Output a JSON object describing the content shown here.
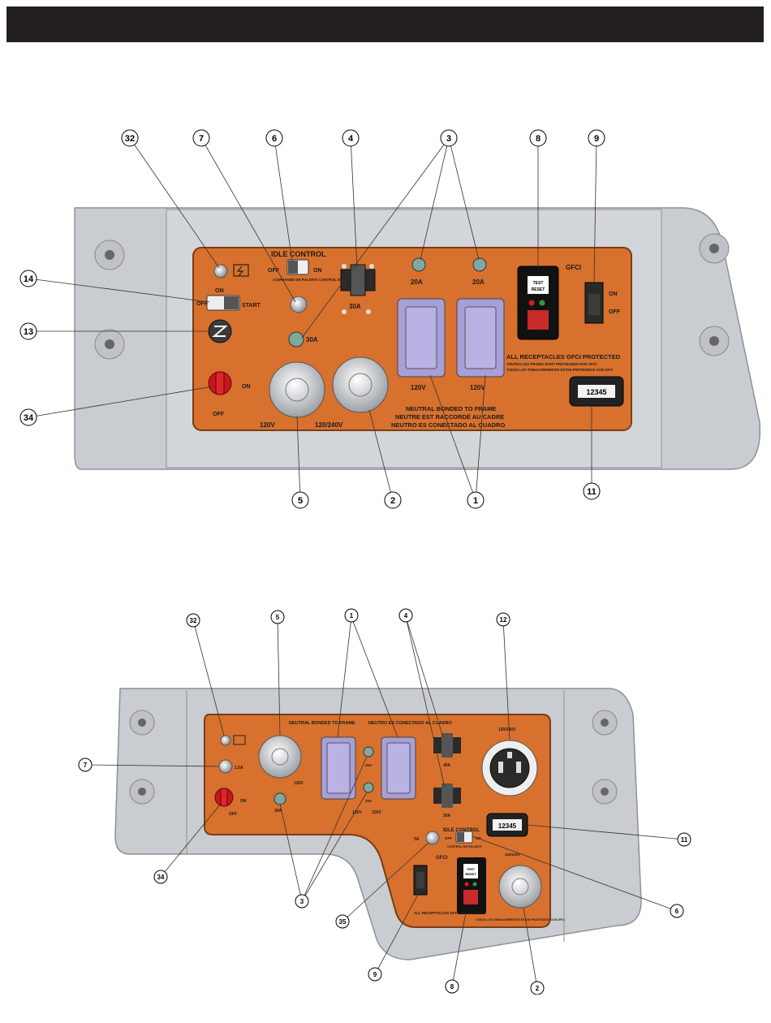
{
  "panel_top": {
    "labels": {
      "idle_control": "IDLE CONTROL",
      "idle_off": "OFF",
      "idle_on": "ON",
      "idle_sub": "COMMANDE DE RALENTI CONTROL DE RALENTI",
      "on": "ON",
      "off": "OFF",
      "start": "START",
      "breaker_20a": "20A",
      "breaker_30a": "30A",
      "gfci": "GFCI",
      "all_gfci": "ALL RECEPTACLES GFCI PROTECTED",
      "all_gfci_fr": "TOUTES LES PRISES SONT PROTEGEES PAR GFCI",
      "all_gfci_es": "TODOS LOS TOMACORRIENTES ESTAN PROTEGIDOS CON GFCI",
      "v120": "120V",
      "v120_240": "120/240V",
      "neutral_en": "NEUTRAL BONDED TO FRAME",
      "neutral_fr": "NEUTRE EST RACCORDÉ AU CADRE",
      "neutral_es": "NEUTRO ES CONECTADO AL CUADRO",
      "hour_meter": "12345",
      "test": "TEST",
      "reset": "RESET"
    },
    "callouts": [
      "32",
      "7",
      "6",
      "4",
      "3",
      "8",
      "9",
      "14",
      "13",
      "34",
      "5",
      "2",
      "1",
      "11"
    ]
  },
  "panel_bottom": {
    "labels": {
      "neutral_en": "NEUTRAL BONDED TO FRAME",
      "neutral_es": "NEUTRO ES CONECTADO AL CUADRO",
      "v120_240": "120/240V",
      "v120_240b": "120/240V",
      "a20a": "20A",
      "a20b": "20A",
      "a45": "45A",
      "a30": "30A",
      "a30b": "30A",
      "a15": "1.5A",
      "a5": "5A",
      "v120a": "120V",
      "v120b": "120V",
      "v120c": "120V",
      "on": "ON",
      "off": "OFF",
      "idle_control": "IDLE CONTROL",
      "idle_off": "OFF",
      "idle_on": "ON",
      "idle_sub": "CONTROL DE RALENTI",
      "gfci": "GFCI",
      "all_gfci": "ALL RECEPTACLES GFCI PROTECTED",
      "all_gfci_es": "TODOS LOS TOMACORRIENTES ESTAN PROTEGIDOS CON GFCI",
      "hour_meter": "12345",
      "test": "TEST",
      "reset": "RESET"
    },
    "callouts": [
      "32",
      "5",
      "1",
      "4",
      "12",
      "7",
      "11",
      "34",
      "3",
      "35",
      "6",
      "9",
      "8",
      "2"
    ]
  },
  "colors": {
    "panel_orange": "#d8712e",
    "frame_gray": "#c9ccd0",
    "header_black": "#231f20",
    "outlet_purple": "#a79fd6"
  }
}
